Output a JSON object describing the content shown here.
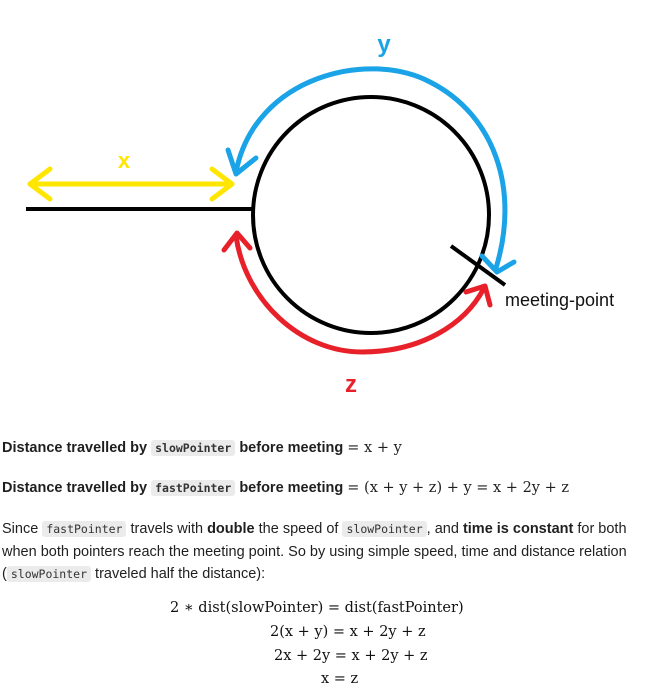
{
  "diagram": {
    "label_x": "x",
    "label_y": "y",
    "label_z": "z",
    "meeting_point": "meeting-point",
    "colors": {
      "x_arrow": "#ffe600",
      "y_arrow": "#1aa3e6",
      "z_arrow": "#e8202a",
      "track": "#000000"
    }
  },
  "slow_line": {
    "prefix": "Distance travelled by",
    "code": "slowPointer",
    "suffix": "before meeting",
    "math": "= x + y"
  },
  "fast_line": {
    "prefix": "Distance travelled by",
    "code": "fastPointer",
    "suffix": "before meeting",
    "math": "= (x + y + z) + y = x + 2y + z"
  },
  "paragraph": {
    "t1": "Since ",
    "c1": "fastPointer",
    "t2": " travels with ",
    "b1": "double",
    "t3": " the speed of ",
    "c2": "slowPointer",
    "t4": ", and ",
    "b2": "time is constant",
    "t5": " for both when both pointers reach the meeting point. So by using simple speed, time and distance relation (",
    "c3": "slowPointer",
    "t6": " traveled half the distance):"
  },
  "equations": [
    {
      "lhs": "2 ∗ dist(slowPointer)",
      "rhs": "= dist(fastPointer)"
    },
    {
      "lhs": "2(x + y)",
      "rhs": "= x + 2y + z"
    },
    {
      "lhs": "2x + 2y",
      "rhs": "= x + 2y + z"
    },
    {
      "lhs": "x",
      "rhs": "= z"
    }
  ]
}
